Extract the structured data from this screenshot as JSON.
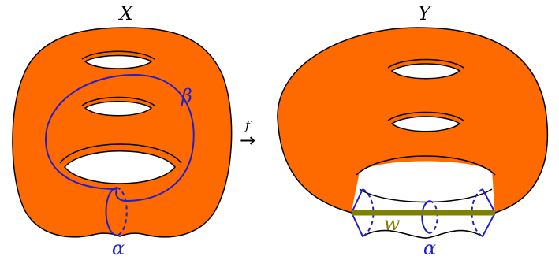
{
  "labels": {
    "left_surface": "X",
    "right_surface": "Y",
    "map": "f",
    "map_arrow": "→",
    "beta": "β",
    "alpha_left": "α",
    "alpha_right": "α",
    "w": "w"
  },
  "colors": {
    "surface_fill": "#ff6a00",
    "outline": "#000000",
    "curve": "#1f1fcc",
    "band": "#808000",
    "band_label": "#808000",
    "background": "#ffffff"
  }
}
